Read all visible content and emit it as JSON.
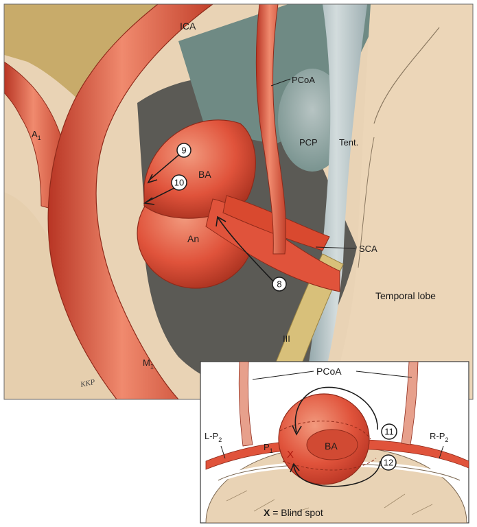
{
  "main_labels": {
    "ica": "ICA",
    "pcoa": "PCoA",
    "a1_main": "A",
    "a1_sub": "1",
    "pcp": "PCP",
    "tent": "Tent.",
    "ba": "BA",
    "an": "An",
    "sca": "SCA",
    "temporal_lobe": "Temporal lobe",
    "iii": "III",
    "m1_main": "M",
    "m1_sub": "1",
    "signature": "KKP"
  },
  "numbers": [
    "8",
    "9",
    "10",
    "11",
    "12"
  ],
  "inset_labels": {
    "pcoa": "PCoA",
    "l_p2_main": "L-P",
    "l_p2_sub": "2",
    "r_p2_main": "R-P",
    "r_p2_sub": "2",
    "p1_main": "P",
    "p1_sub": "1",
    "x_mark": "X",
    "ba": "BA",
    "legend_x": "X",
    "legend_text": " = Blind spot"
  },
  "colors": {
    "artery": "#e0533b",
    "artery_dark": "#b83524",
    "artery_light": "#f08a6e",
    "brain": "#e9d3b5",
    "shadow": "#5b5a55",
    "dura": "#6f8a84",
    "tent": "#a9b8bb",
    "nerve": "#d8c07a",
    "top_left": "#c8ab6a"
  }
}
